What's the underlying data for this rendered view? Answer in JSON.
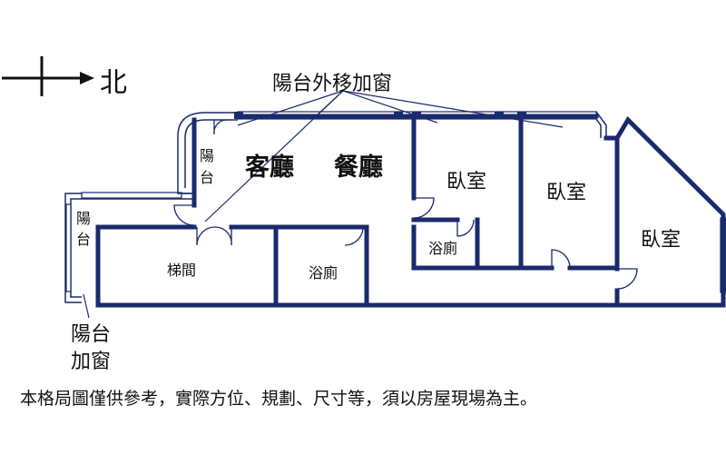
{
  "compass": {
    "label": "北",
    "icon": "north-arrow-icon"
  },
  "callouts": {
    "window_extension": "陽台外移加窗",
    "balcony_window": [
      "陽台",
      "加窗"
    ]
  },
  "rooms": {
    "balcony_top": [
      "陽",
      "台"
    ],
    "balcony_left": [
      "陽",
      "台"
    ],
    "living_room": "客廳",
    "dining_room": "餐廳",
    "stairwell": "梯間",
    "bathroom_main": "浴廁",
    "bathroom_small": "浴廁",
    "bedroom_1": "臥室",
    "bedroom_2": "臥室",
    "bedroom_3": "臥室"
  },
  "disclaimer": "本格局圖僅供參考，實際方位、規劃、尺寸等，須以房屋現場為主。",
  "colors": {
    "wall": "#1a2a6c",
    "text": "#111111",
    "background": "#ffffff"
  }
}
